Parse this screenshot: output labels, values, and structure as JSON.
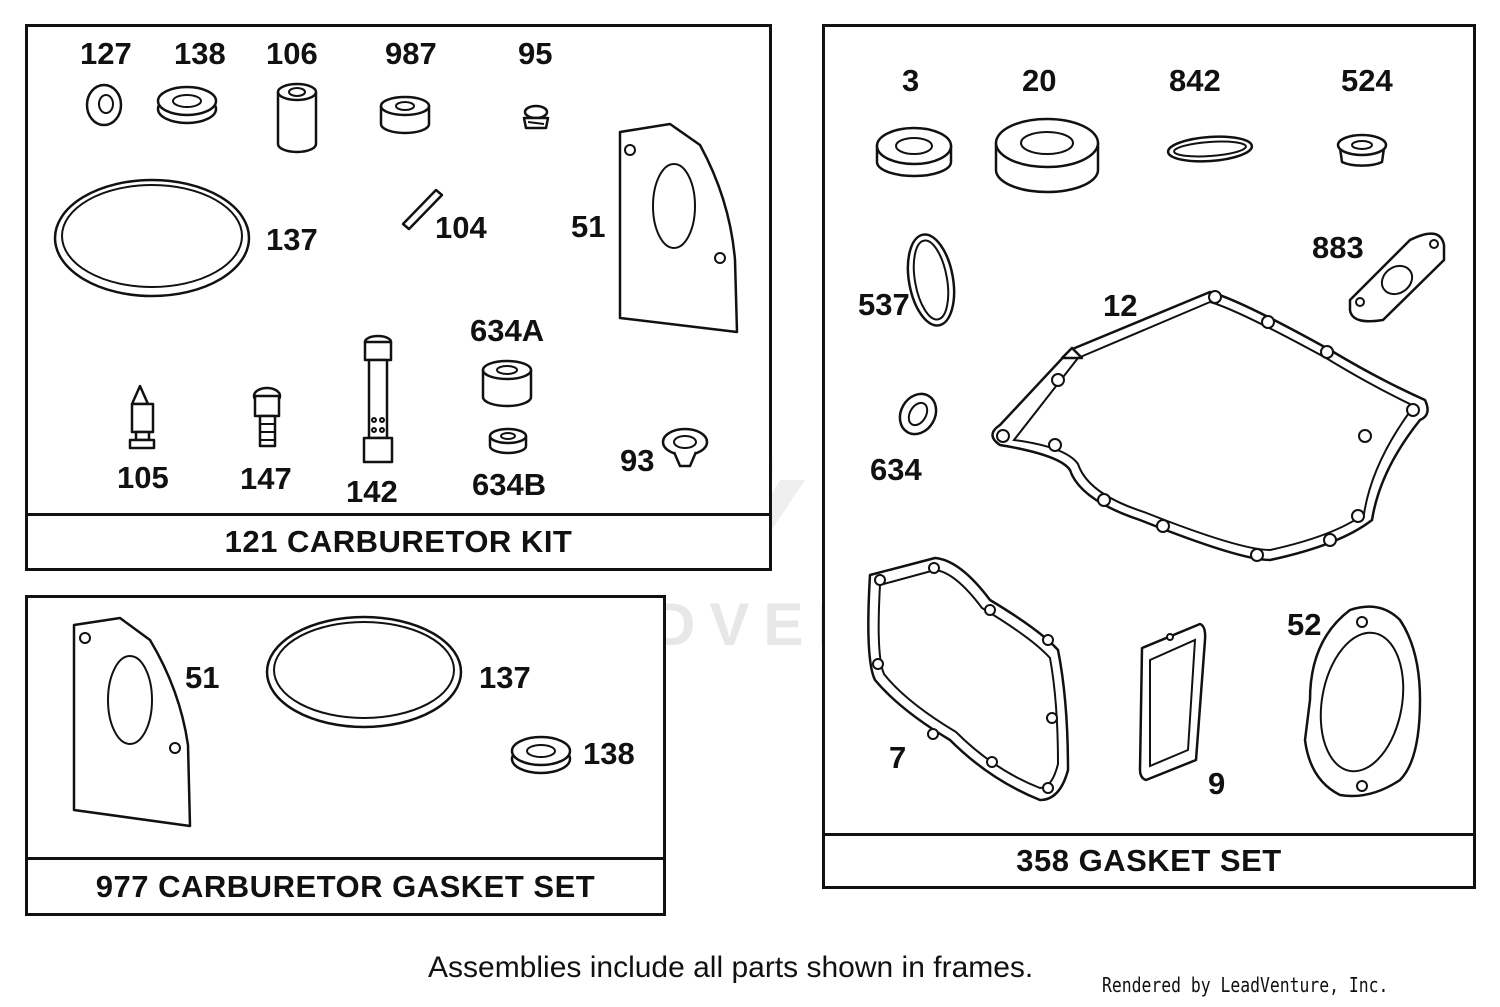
{
  "watermark": "LEADVENTURE",
  "frames": {
    "carb_kit": {
      "title": "121 CARBURETOR KIT",
      "labels": [
        "127",
        "138",
        "106",
        "987",
        "95",
        "137",
        "104",
        "51",
        "634A",
        "105",
        "147",
        "142",
        "634B",
        "93"
      ]
    },
    "carb_gasket_set": {
      "title": "977 CARBURETOR GASKET SET",
      "labels": [
        "51",
        "137",
        "138"
      ]
    },
    "gasket_set": {
      "title": "358 GASKET SET",
      "labels": [
        "3",
        "20",
        "842",
        "524",
        "883",
        "537",
        "12",
        "634",
        "7",
        "9",
        "52"
      ]
    }
  },
  "footer": {
    "note": "Assemblies include all parts shown in frames.",
    "credit": "Rendered by LeadVenture, Inc."
  }
}
